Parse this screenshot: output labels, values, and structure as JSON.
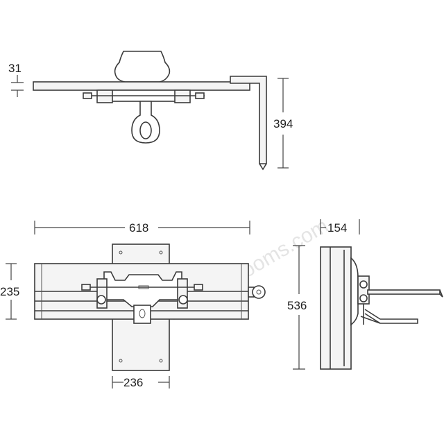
{
  "dimensions": {
    "top_thickness": "31",
    "top_height": "394",
    "front_width": "618",
    "front_height": "235",
    "front_bracket_width": "236",
    "side_depth": "154",
    "side_height": "536"
  },
  "watermark": "idealbathrooms.com",
  "colors": {
    "line": "#3a3a3a",
    "fill": "#f4f4f4",
    "background": "#ffffff"
  }
}
